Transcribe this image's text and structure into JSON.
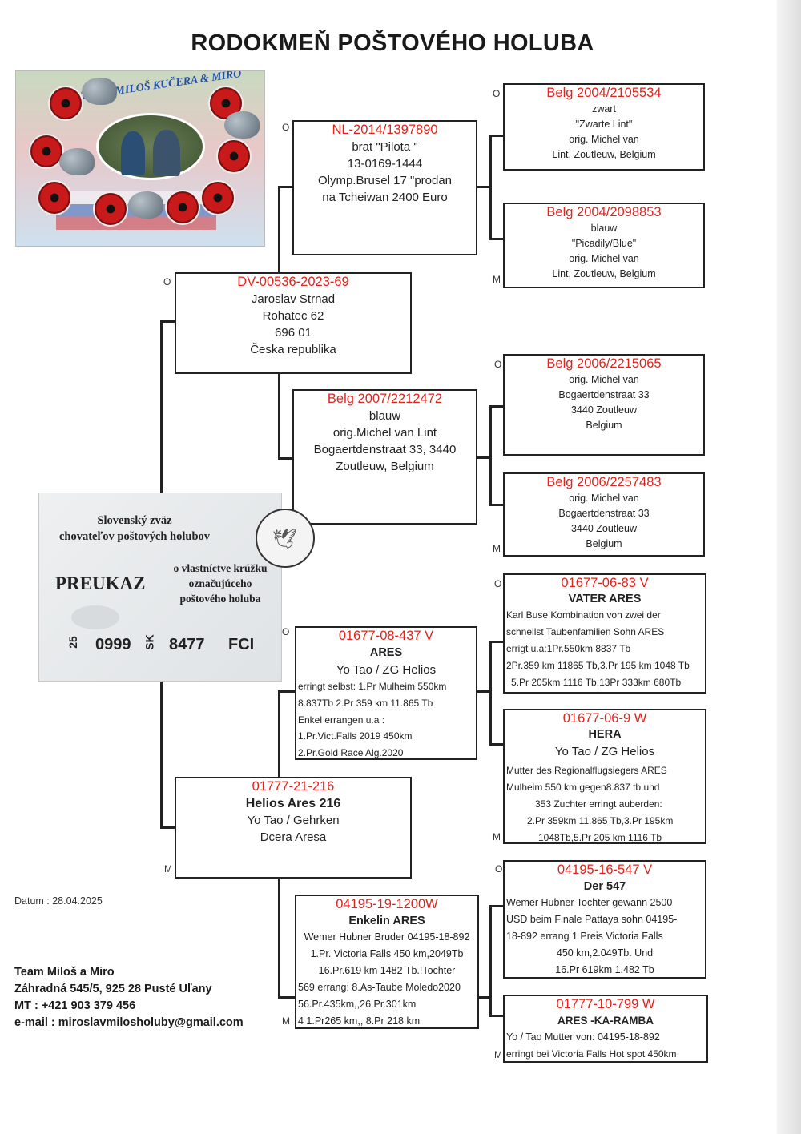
{
  "title": "RODOKMEŇ POŠTOVÉHO HOLUBA",
  "photo": {
    "banner": "TEAM MILOŠ KUČERA & MIRO"
  },
  "card": {
    "org_line1": "Slovenský zväz",
    "org_line2": "chovateľov poštových holubov",
    "title": "PREUKAZ",
    "sub_line1": "o vlastníctve krúžku",
    "sub_line2": "označujúceho",
    "sub_line3": "poštového holuba",
    "n1": "25",
    "n2": "0999",
    "n3": "SK",
    "n4": "8477",
    "n5": "FCI"
  },
  "labels": {
    "o": "O",
    "m": "M"
  },
  "boxes": {
    "nl": {
      "ring": "NL-2014/1397890",
      "l1": "brat \"Pilota \"",
      "l2": "13-0169-1444",
      "l3": "Olymp.Brusel 17 \"prodan",
      "l4": "na Tcheiwan 2400 Euro"
    },
    "belg1": {
      "ring": "Belg 2004/2105534",
      "l1": "zwart",
      "l2": "\"Zwarte Lint\"",
      "l3": "orig. Michel van",
      "l4": "Lint, Zoutleuw, Belgium"
    },
    "belg2": {
      "ring": "Belg 2004/2098853",
      "l1": "blauw",
      "l2": "\"Picadily/Blue\"",
      "l3": "orig. Michel van",
      "l4": "Lint, Zoutleuw, Belgium"
    },
    "dv": {
      "ring": "DV-00536-2023-69",
      "l1": "Jaroslav Strnad",
      "l2": "Rohatec 62",
      "l3": "696 01",
      "l4": "Česka republika"
    },
    "belg2007": {
      "ring": "Belg 2007/2212472",
      "l1": "blauw",
      "l2": "orig.Michel van Lint",
      "l3": "Bogaertdenstraat  33, 3440",
      "l4": "Zoutleuw, Belgium"
    },
    "belg3": {
      "ring": "Belg 2006/2215065",
      "l1": "orig. Michel van",
      "l2": "Bogaertdenstraat 33",
      "l3": "3440 Zoutleuw",
      "l4": "Belgium"
    },
    "belg4": {
      "ring": "Belg 2006/2257483",
      "l1": "orig. Michel van",
      "l2": "Bogaertdenstraat 33",
      "l3": "3440 Zoutleuw",
      "l4": "Belgium"
    },
    "vater": {
      "ring": "01677-06-83 V",
      "name": "VATER ARES",
      "l1": "Karl Buse  Kombination von zwei der",
      "l2": "schnellst Taubenfamilien Sohn ARES",
      "l3": "errigt u.a:1Pr.550km 8837 Tb",
      "l4": "2Pr.359 km 11865 Tb,3.Pr 195 km 1048 Tb",
      "l5": "5.Pr 205km 1116 Tb,13Pr 333km 680Tb"
    },
    "ares": {
      "ring": "01677-08-437 V",
      "name": "ARES",
      "l1": "Yo Tao / ZG Helios",
      "l2": "erringt selbst: 1.Pr Mulheim 550km",
      "l3": "8.837Tb  2.Pr 359 km 11.865 Tb",
      "l4": "Enkel errangen u.a :",
      "l5": "1.Pr.Vict.Falls 2019 450km",
      "l6": "2.Pr.Gold Race Alg.2020"
    },
    "hera": {
      "ring": "01677-06-9 W",
      "name": "HERA",
      "l1": "Yo Tao / ZG Helios",
      "l2": "Mutter des Regionalflugsiegers ARES",
      "l3": "Mulheim 550 km gegen8.837 tb.und",
      "l4": "353 Zuchter erringt auberden:",
      "l5": "2.Pr 359km 11.865 Tb,3.Pr 195km",
      "l6": "1048Tb,5.Pr 205 km 1116 Tb"
    },
    "helios": {
      "ring": "01777-21-216",
      "name": "Helios Ares 216",
      "l1": "Yo Tao /  Gehrken",
      "l2": "Dcera Aresa"
    },
    "der547": {
      "ring": "04195-16-547 V",
      "name": "Der 547",
      "l1": "Wemer Hubner  Tochter gewann 2500",
      "l2": "USD beim Finale Pattaya sohn 04195-",
      "l3": "18-892 errang 1 Preis Victoria Falls",
      "l4": "450 km,2.049Tb. Und",
      "l5": "16.Pr 619km 1.482 Tb"
    },
    "enkelin": {
      "ring": "04195-19-1200W",
      "name": "Enkelin ARES",
      "l1": "Wemer Hubner Bruder 04195-18-892",
      "l2": "1.Pr. Victoria  Falls 450 km,2049Tb",
      "l3": "16.Pr.619 km 1482 Tb.!Tochter",
      "l4": "569 errang: 8.As-Taube Moledo2020",
      "l5": "56.Pr.435km,,26.Pr.301km",
      "l6": "4 1.Pr265 km,, 8.Pr 218 km"
    },
    "ramba": {
      "ring": "01777-10-799 W",
      "name": "ARES -KA-RAMBA",
      "l1": "Yo / Tao Mutter von: 04195-18-892",
      "l2": "erringt bei Victoria Falls  Hot spot 450km"
    }
  },
  "date": "Datum : 28.04.2025",
  "footer": {
    "l1": "Team Miloš a Miro",
    "l2": "Záhradná 545/5, 925 28 Pusté Uľany",
    "l3": "MT : +421 903 379 456",
    "l4": "e-mail : miroslavmilosholuby@gmail.com"
  },
  "colors": {
    "ring": "#e0241d",
    "line": "#222222"
  }
}
